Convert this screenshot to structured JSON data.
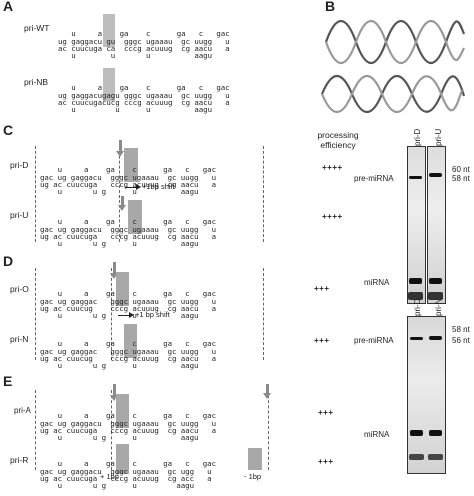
{
  "panels": {
    "A": "A",
    "B": "B",
    "C": "C",
    "D": "D",
    "E": "E"
  },
  "header": {
    "processing_efficiency": "processing\nefficiency"
  },
  "constructs": {
    "pri_wt": {
      "label": "pri-WT",
      "lines": [
        "   u     a    ga    c      ga   c   gac",
        "ug gaggacu gu  gggc ugaaau  gc uugg   u",
        "ac cuucuga ca  cccg acuuug  cg aacu   a",
        "   u        u       u          aagu"
      ]
    },
    "pri_nb": {
      "label": "pri-NB",
      "lines": [
        "   u     a    ga    c      ga   c   gac",
        "ug gaggacugagu gggc ugaaau  gc uugg   u",
        "ac cuucugacucg cccg acuuug  cg aacu   a",
        "   u         u      u          aagu"
      ]
    },
    "pri_d": {
      "label": "pri-D",
      "lines": [
        "    u     a    ga    c      ga   c   gac",
        "gac ug gaggacu  gggc ugaaau  gc uugg   u",
        "ug ac cuucuga   cccg acuuug  cg aacu   a",
        "    u       u g      u          aagu"
      ],
      "efficiency": "++++"
    },
    "pri_u": {
      "label": "pri-U",
      "lines": [
        "    u     a    ga    c      ga   c   gac",
        "gac ug gaggacu  gggc ugaaau  gc uugg   u",
        "ug ac cuucuga   cccg acuuug  cg aacu   a",
        "    u       u g      u          aagu"
      ],
      "efficiency": "++++"
    },
    "pri_o": {
      "label": "pri-O",
      "lines": [
        "    u     a    ga    c      ga   c   gac",
        "gac ug gaggac   gggc ugaaau  gc uugg   u",
        "ug ac cuucug    cccg acuuug  cg aacu   a",
        "    u       u g      u          aagu"
      ],
      "efficiency": "+++"
    },
    "pri_n": {
      "label": "pri-N",
      "lines": [
        "    u     a    ga    c      ga   c   gac",
        "gac ug gaggac   gggc ugaaau  gc uugg   u",
        "ug ac cuucug    cccg acuuug  cg aacu   a",
        "    u       u g      u          aagu"
      ],
      "efficiency": "+++"
    },
    "pri_a": {
      "label": "pri-A",
      "lines": [
        "    u     a    ga    c      ga   c   gac",
        "gac ug gaggacu  gggc ugaaau  gc uugg   u",
        "ug ac cuucuga   cccg acuuug  cg aacu   a",
        "    u       u g      u          aagu"
      ],
      "efficiency": "+++"
    },
    "pri_r": {
      "label": "pri-R",
      "lines": [
        "    u     a    ga    c      ga   c   gac",
        "gac ug gaggacu  gggc ugaaau  gc ugg   u",
        "ug ac cuucuga   cccg acuuug  cg acc   a",
        "    u       u g      u         aagu"
      ],
      "efficiency": "+++"
    }
  },
  "shifts": {
    "c": "+1bp shift",
    "d": "+1 bp shift",
    "e_left": "+ 1bp",
    "e_right": "- 1bp"
  },
  "gels": {
    "top": {
      "lanes": [
        "pri-D",
        "pri-U"
      ],
      "pre": "pre-miRNA",
      "mirna": "miRNA",
      "m60": "60 nt",
      "m58": "58 nt"
    },
    "bottom": {
      "lanes": [
        "pri-D",
        "pri-N"
      ],
      "pre": "pre-miRNA",
      "mirna": "miRNA",
      "m58": "58 nt",
      "m56": "56 nt"
    }
  }
}
